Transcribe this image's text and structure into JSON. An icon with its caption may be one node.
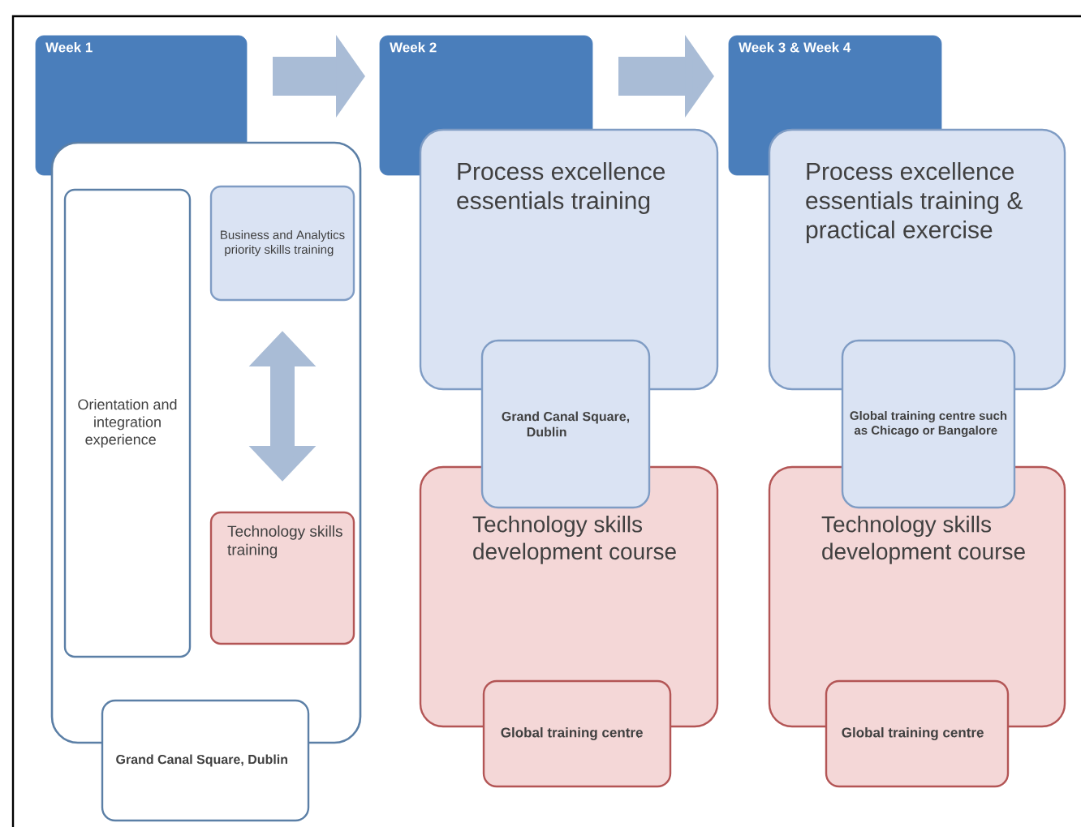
{
  "diagram": {
    "nodes": [
      {
        "text": [
          "Week 1"
        ]
      },
      {
        "text": [],
        "shape": "box"
      },
      {
        "text": [
          "Orientation and integration experience"
        ],
        "in": 1
      },
      {
        "text": [
          "Business and Analytics priority skills training"
        ],
        "in": 1
      },
      {
        "text": [
          "Technology skills training"
        ],
        "in": 1
      },
      {
        "text": [
          "Grand Canal Square, Dublin"
        ]
      },
      {
        "text": [
          "Week 2"
        ]
      },
      {
        "text": [
          "Process excellence essentials training"
        ]
      },
      {
        "text": [
          "Grand Canal Square, Dublin"
        ]
      },
      {
        "text": [
          "Technology skills development course"
        ]
      },
      {
        "text": [
          "Global training centre"
        ]
      },
      {
        "text": [
          "Week 3 & Week 4"
        ]
      },
      {
        "text": [
          "Process excellence essentials training & practical exercise"
        ]
      },
      {
        "text": [
          "Global training centre such as Chicago or Bangalore"
        ]
      },
      {
        "text": [
          "Technology skills development course"
        ]
      },
      {
        "text": [
          "Global training centre"
        ]
      }
    ],
    "edges": [
      {
        "from": 0,
        "to": 6,
        "arrow": "to"
      },
      {
        "from": 6,
        "to": 11,
        "arrow": "to"
      },
      {
        "from": 3,
        "to": 4,
        "arrow": "both"
      }
    ]
  }
}
